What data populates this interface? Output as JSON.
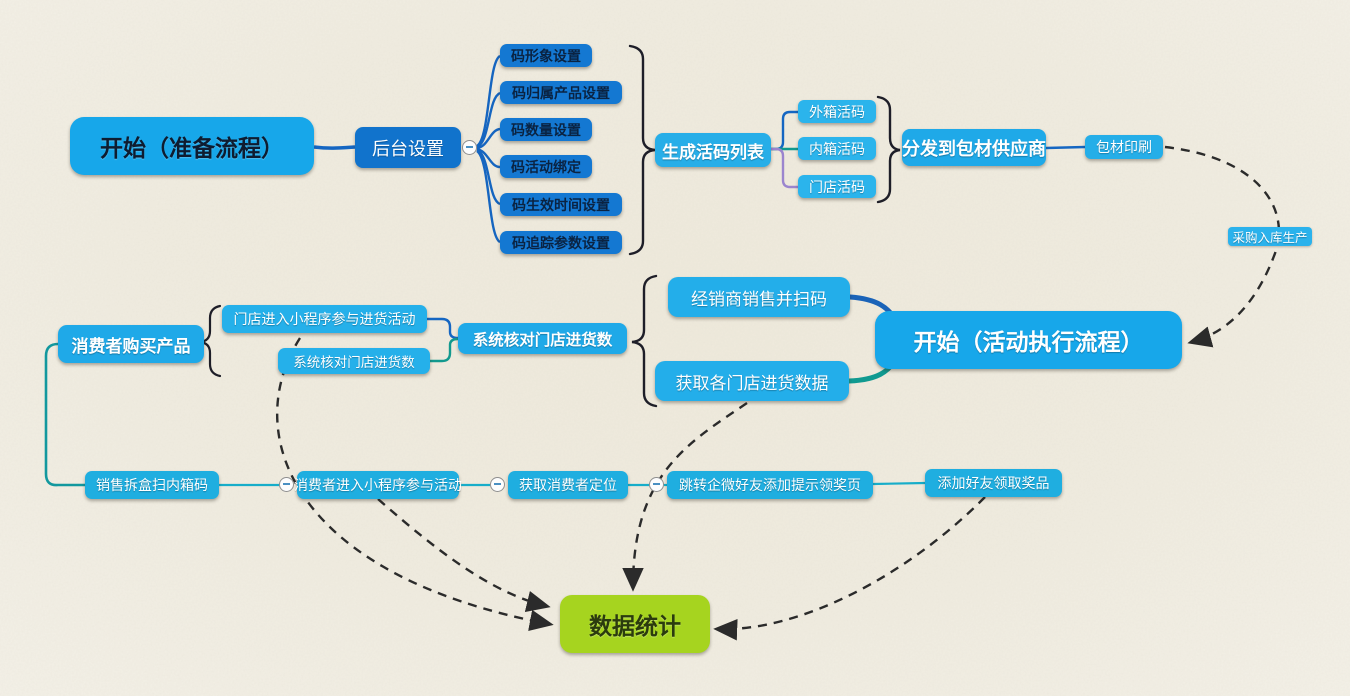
{
  "diagram": {
    "prep_flow": {
      "start": "开始（准备流程）",
      "backend": "后台设置",
      "settings": [
        "码形象设置",
        "码归属产品设置",
        "码数量设置",
        "码活动绑定",
        "码生效时间设置",
        "码追踪参数设置"
      ],
      "generate_list": "生成活码列表",
      "code_types": [
        "外箱活码",
        "内箱活码",
        "门店活码"
      ],
      "distribute": "分发到包材供应商",
      "print": "包材印刷",
      "purchase_label": "采购入库生产"
    },
    "exec_flow": {
      "start": "开始（活动执行流程）",
      "dealer_scan": "经销商销售并扫码",
      "store_data": "获取各门店进货数据",
      "system_check": "系统核对门店进货数",
      "consumer_buy": "消费者购买产品",
      "store_mini_program": "门店进入小程序参与进货活动",
      "system_check_small": "系统核对门店进货数"
    },
    "consumer_flow": {
      "unbox_scan": "销售拆盒扫内箱码",
      "mini_program": "消费者进入小程序参与活动",
      "get_location": "获取消费者定位",
      "jump_wecom": "跳转企微好友添加提示领奖页",
      "add_friend": "添加好友领取奖品"
    },
    "stats": "数据统计",
    "colors": {
      "node_azure": "#17a7ea",
      "node_blue": "#1173cc",
      "node_cyan": "#25aee8",
      "stats_green": "#a6d41f",
      "edge_blue": "#1566c2",
      "edge_teal": "#12998e",
      "edge_cyan": "#17adc9",
      "edge_purple": "#9b85ce",
      "dash_black": "#2b2b2b",
      "background": "#f0ece0"
    }
  }
}
